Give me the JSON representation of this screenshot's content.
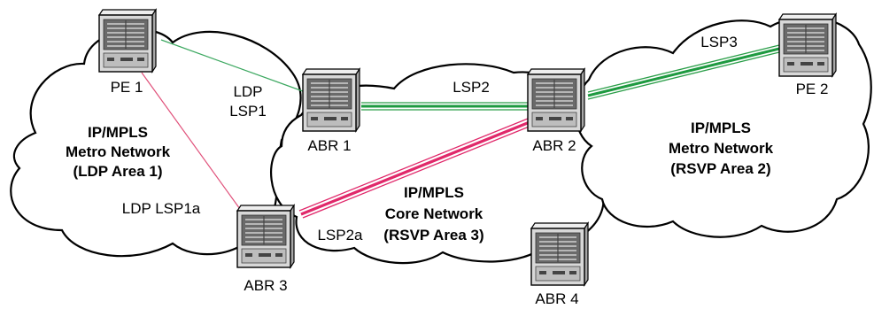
{
  "colors": {
    "ldp_line": "#e0507a",
    "lsp1_line": "#3ca860",
    "rsvp_red": "#e0286a",
    "rsvp_green": "#1e9a40",
    "router_body": "#d8d8d8",
    "router_dark": "#6a6a6a"
  },
  "devices": {
    "pe1": "PE 1",
    "pe2": "PE 2",
    "abr1": "ABR 1",
    "abr2": "ABR 2",
    "abr3": "ABR 3",
    "abr4": "ABR 4"
  },
  "networks": {
    "metro_left": {
      "line1": "IP/MPLS",
      "line2": "Metro Network",
      "line3": "(LDP Area 1)"
    },
    "core": {
      "line1": "IP/MPLS",
      "line2": "Core Network",
      "line3": "(RSVP Area 3)"
    },
    "metro_right": {
      "line1": "IP/MPLS",
      "line2": "Metro Network",
      "line3": "(RSVP Area 2)"
    }
  },
  "links": {
    "ldp_lsp1_line1": "LDP",
    "ldp_lsp1_line2": "LSP1",
    "ldp_lsp1a": "LDP LSP1a",
    "lsp2": "LSP2",
    "lsp2a": "LSP2a",
    "lsp3": "LSP3"
  }
}
